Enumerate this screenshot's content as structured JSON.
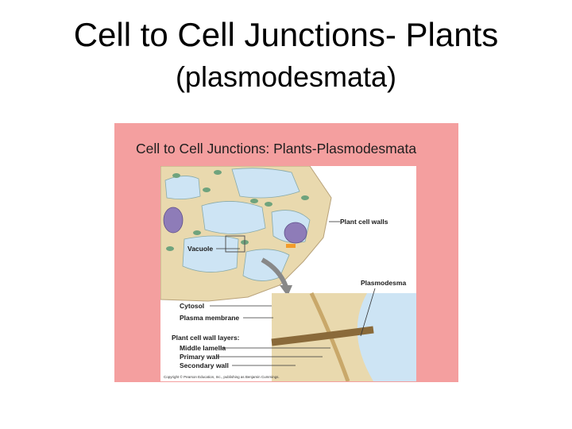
{
  "slide": {
    "title": "Cell to Cell Junctions- Plants",
    "subtitle": "(plasmodesmata)"
  },
  "figure": {
    "heading": "Cell to Cell Junctions: Plants-Plasmodesmata",
    "labels": {
      "plant_cell_walls": "Plant cell walls",
      "vacuole": "Vacuole",
      "plasmodesma": "Plasmodesma",
      "cytosol": "Cytosol",
      "plasma_membrane": "Plasma membrane",
      "wall_layers": "Plant cell wall layers:",
      "middle_lamella": "Middle lamella",
      "primary_wall": "Primary wall",
      "secondary_wall": "Secondary wall"
    },
    "copyright": "Copyright © Pearson Education, Inc., publishing as Benjamin Cummings."
  },
  "colors": {
    "panel": "#f49f9f",
    "wall": "#e9d9ae",
    "vacuole": "#cde4f4",
    "chloroplast": "#6fa37d",
    "nucleus": "#8e7cb8"
  }
}
